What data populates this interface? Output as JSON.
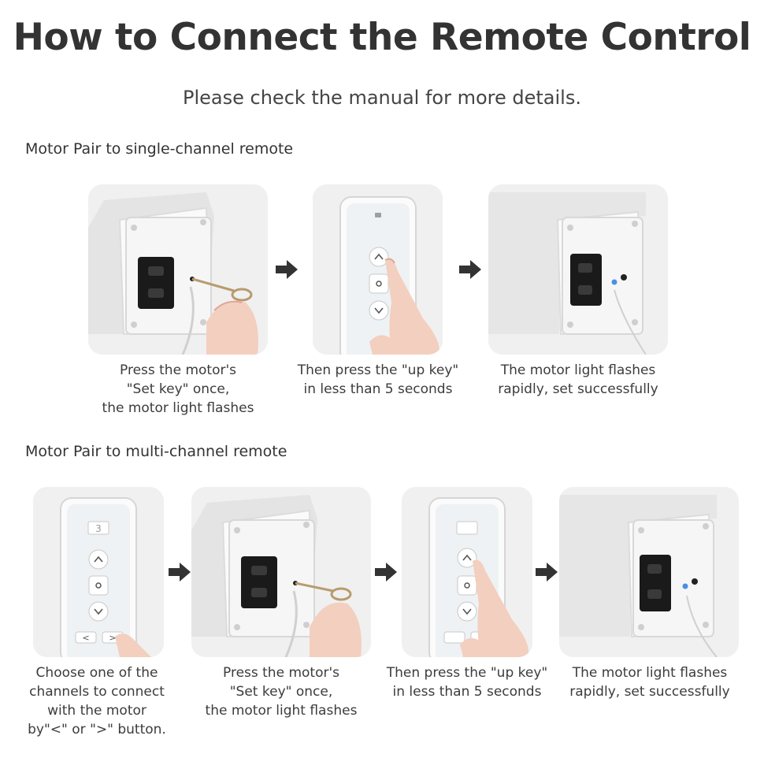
{
  "title": "How to Connect the Remote Control",
  "subtitle": "Please check the manual for more details.",
  "sections": [
    {
      "label": "Motor Pair to single-channel remote",
      "steps": [
        {
          "illustration": "motor-pin-press",
          "caption": [
            "Press the motor's",
            "\"Set key\" once,",
            "the motor light flashes"
          ]
        },
        {
          "illustration": "remote-up-key",
          "caption": [
            "Then press the \"up key\"",
            "in less than 5 seconds"
          ]
        },
        {
          "illustration": "motor-light-flash",
          "caption": [
            "The motor light flashes",
            "rapidly, set successfully"
          ]
        }
      ]
    },
    {
      "label": "Motor Pair to multi-channel remote",
      "steps": [
        {
          "illustration": "remote-channel-select",
          "caption": [
            "Choose one of the",
            "channels to connect",
            "with the motor",
            "by\"<\" or \">\" button."
          ]
        },
        {
          "illustration": "motor-pin-press",
          "caption": [
            "Press the motor's",
            "\"Set key\" once,",
            "the motor light flashes"
          ]
        },
        {
          "illustration": "remote-up-key",
          "caption": [
            "Then press the \"up key\"",
            "in less than 5 seconds"
          ]
        },
        {
          "illustration": "motor-light-flash",
          "caption": [
            "The motor light flashes",
            "rapidly, set successfully"
          ]
        }
      ]
    }
  ],
  "remote": {
    "channel_display": "3",
    "left_key": "<",
    "right_key": ">"
  },
  "colors": {
    "panel": "#f2f2f2",
    "arrow": "#333333",
    "led": "#4a90e2",
    "text": "#333333"
  }
}
